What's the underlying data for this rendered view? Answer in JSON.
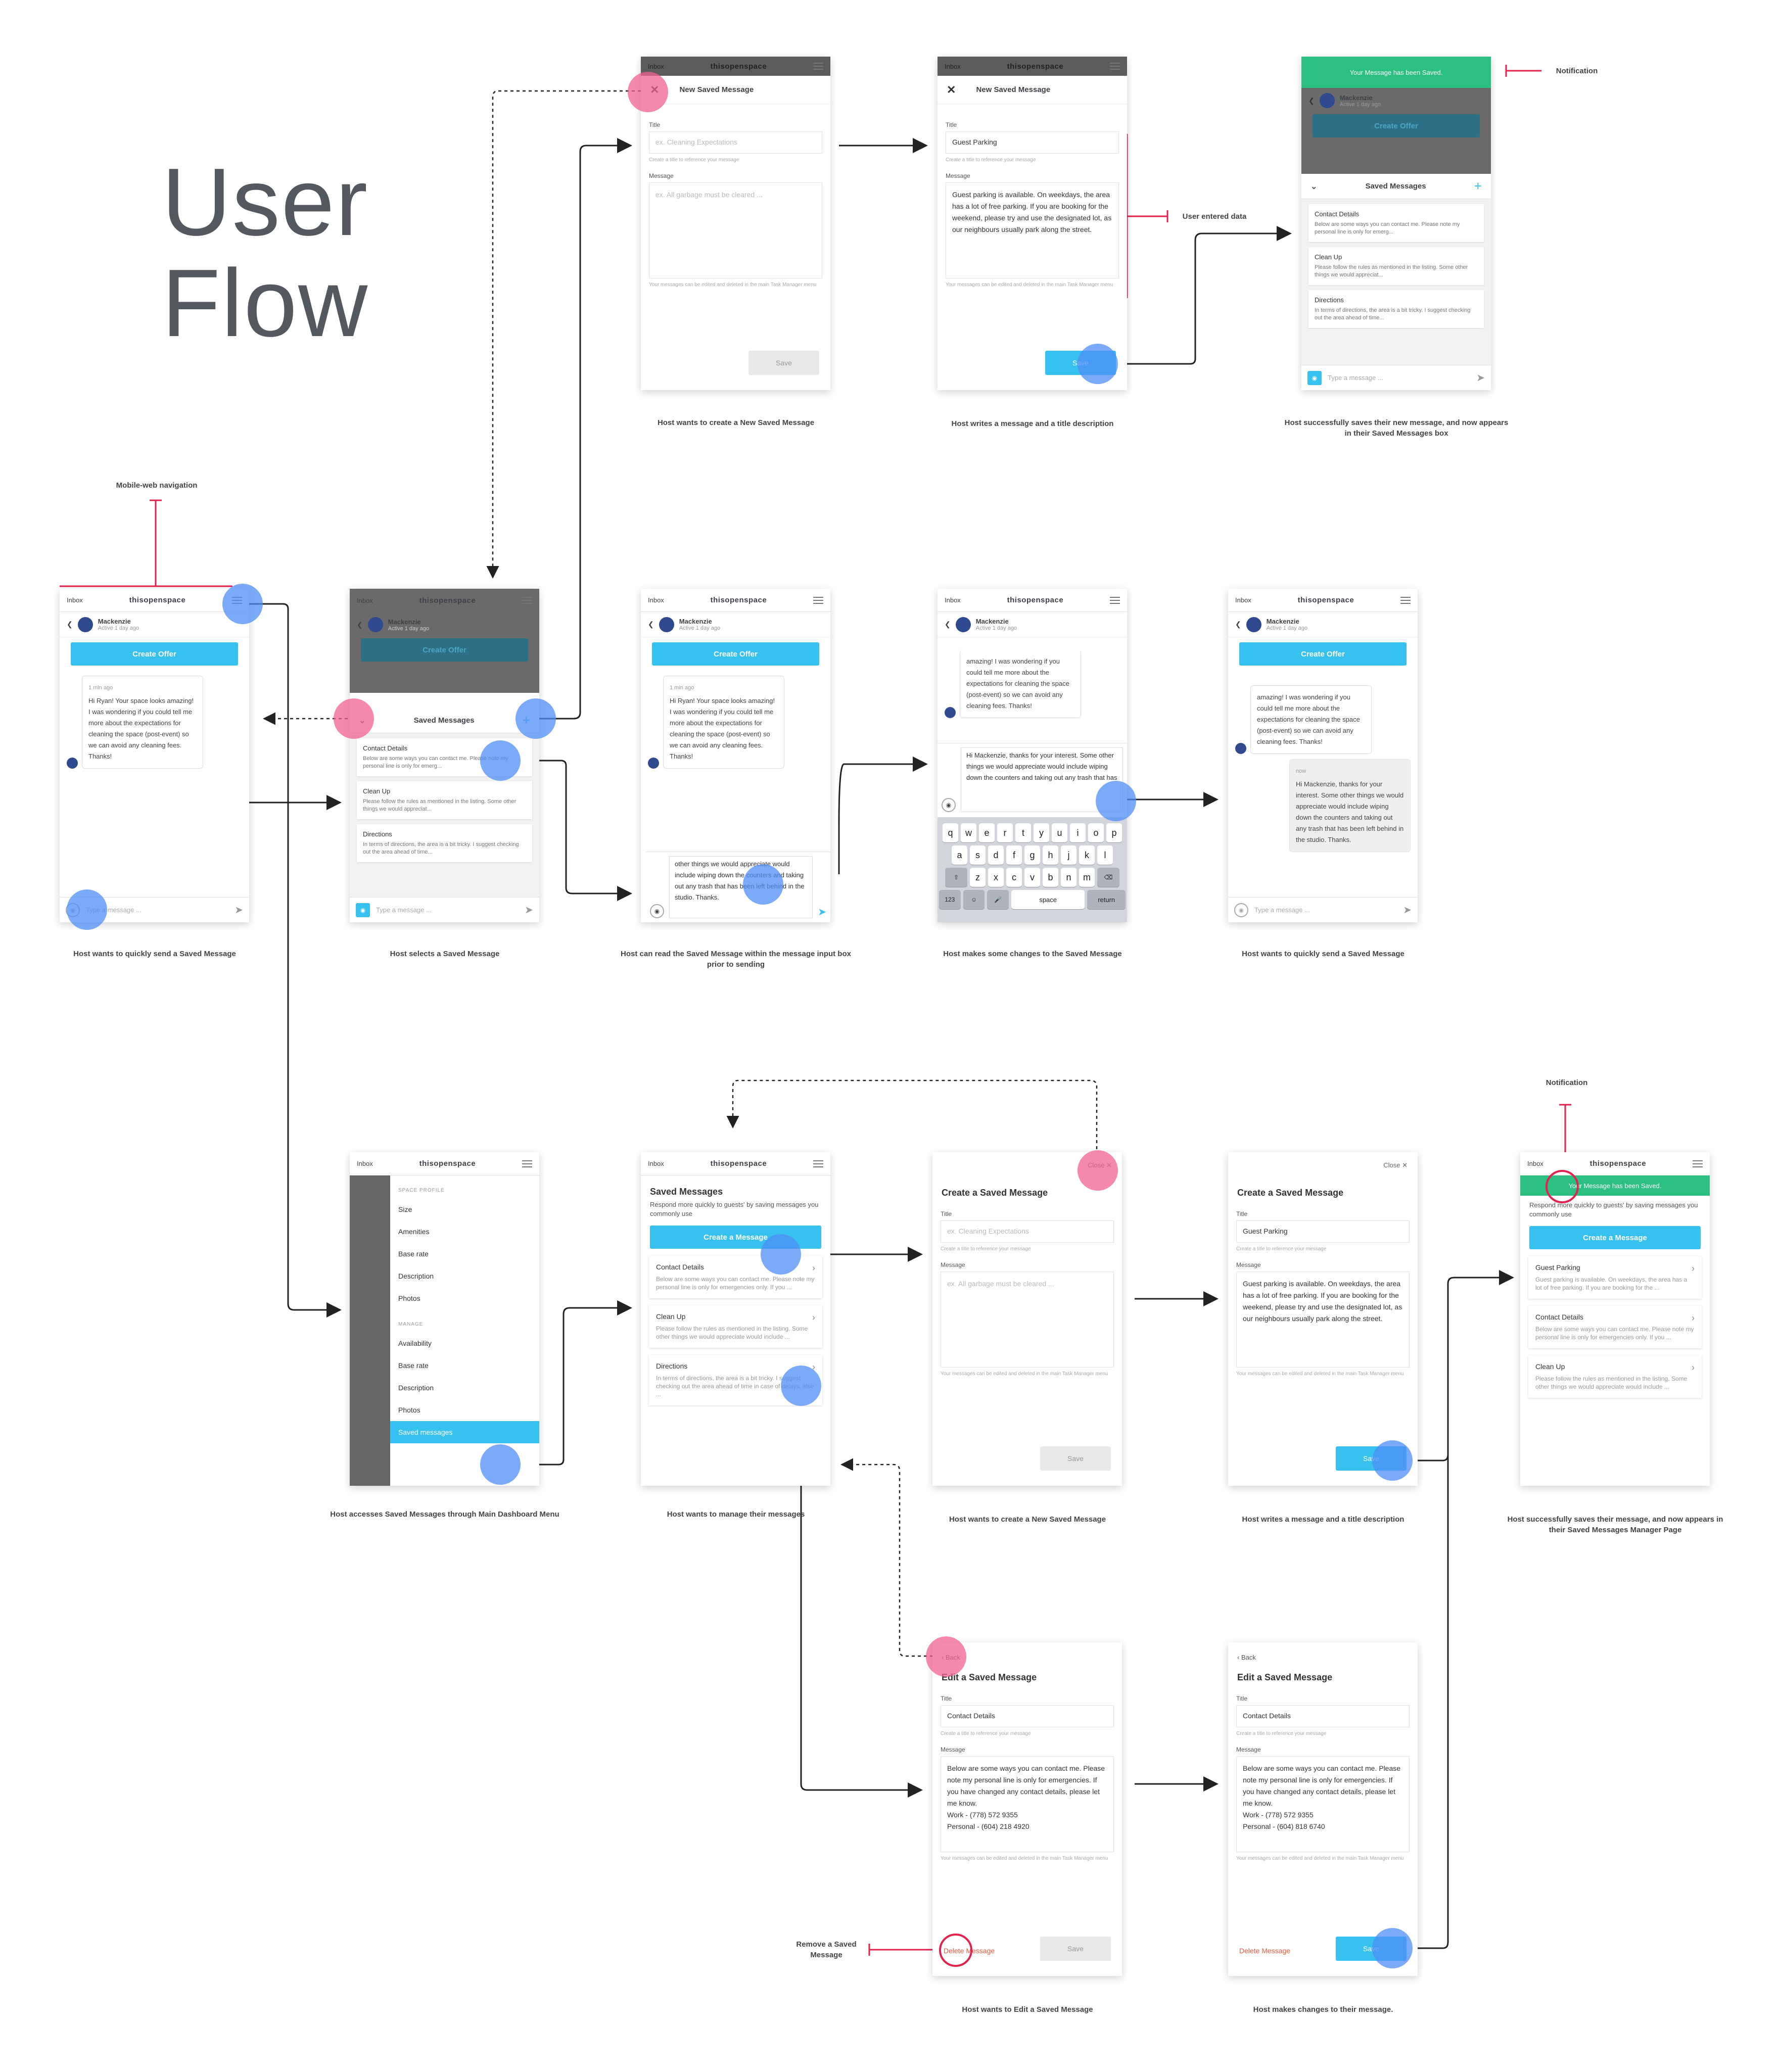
{
  "title": {
    "line1": "User",
    "line2": "Flow"
  },
  "annotations": {
    "mobile_nav": "Mobile-web navigation",
    "notification": "Notification",
    "user_entered": "User entered data",
    "remove": "Remove a Saved Message"
  },
  "captions": {
    "r0c1": "Host wants to create a New Saved Message",
    "r0c2": "Host writes a message and a title description",
    "r0c3": "Host successfully saves their new message, and now appears in their Saved Messages box",
    "r1c0": "Host wants to quickly send a Saved Message",
    "r1c1": "Host selects a Saved Message",
    "r1c2": "Host can read the Saved Message within the message input box prior to sending",
    "r1c3": "Host makes some changes to the Saved Message",
    "r1c4": "Host wants to quickly send a Saved Message",
    "r2c1": "Host accesses Saved Messages through Main Dashboard Menu",
    "r2c2": "Host wants to manage their messages",
    "r2c3": "Host wants to create a New Saved Message",
    "r2c4": "Host writes a message and a title description",
    "r2c5": "Host successfully saves their message, and now appears in their Saved Messages Manager Page",
    "r3c3": "Host wants to Edit a Saved Message",
    "r3c4": "Host makes changes to their message."
  },
  "app": {
    "inbox": "Inbox",
    "brand": "thisopenspace",
    "contact_name": "Mackenzie",
    "contact_status": "Active 1 day ago",
    "create_offer": "Create Offer",
    "time_1min": "1 min ago",
    "time_now": "now",
    "guest_msg": "Hi Ryan! Your space looks amazing! I was wondering if you could tell me more about the expectations for cleaning the space (post-event) so we can avoid any cleaning fees. Thanks!",
    "guest_msg_tail": "amazing! I was wondering if you could tell me more about the expectations for cleaning the space (post-event) so we can avoid any cleaning fees. Thanks!",
    "type_placeholder": "Type a message ...",
    "saved_messages": "Saved Messages",
    "draft_tail": "other things we would appreciate would include wiping down the counters and taking out any trash that has been left behind in the studio. Thanks.",
    "draft_edit": "Hi Mackenzie, thanks for your interest. Some other things we would appreciate would include wiping down the counters and taking out any trash that has",
    "sent_reply": "Hi Mackenzie, thanks for your interest. Some other things we would appreciate would include wiping down the counters and taking out any trash that has been left behind in the studio. Thanks."
  },
  "saved": {
    "contact_title": "Contact Details",
    "contact_desc": "Below are some ways you can contact me. Please note my personal line is only for emerg...",
    "cleanup_title": "Clean Up",
    "cleanup_desc": "Please follow the rules as mentioned in the listing. Some other things we would appreciat...",
    "directions_title": "Directions",
    "directions_desc": "In terms of directions, the area is a bit tricky. I suggest checking out the area ahead of time...",
    "parking_title": "Guest Parking",
    "parking_desc": "Guest parking is available. On weekdays, the area has a lot of free parking. If you are booking for the ..."
  },
  "form": {
    "new_saved": "New Saved Message",
    "create_saved": "Create a Saved Message",
    "edit_saved": "Edit a Saved Message",
    "title_label": "Title",
    "title_ph": "ex. Cleaning Expectations",
    "title_hint": "Create a title to reference your message",
    "message_label": "Message",
    "message_ph": "ex. All garbage must be cleared ...",
    "message_hint": "Your messages can be edited and deleted in the main Task Manager menu",
    "save": "Save",
    "close": "Close",
    "back": "Back",
    "delete": "Delete Message",
    "parking_value": "Guest Parking",
    "parking_msg": "Guest parking is available. On weekdays, the area has a lot of free parking. If you are booking for the weekend, please try and use the designated lot, as our neighbours usually park along the street.",
    "contact_value": "Contact Details",
    "contact_msg_1": "Below are some ways you can contact me. Please note my personal line is only for emergencies. If you have changed any contact details, please let me know.",
    "contact_work": "Work - (778) 572 9355",
    "contact_personal_1": "Personal - (604) 218 4920",
    "contact_personal_2": "Personal - (604) 818 6740",
    "notif_saved": "Your Message has been Saved."
  },
  "manager": {
    "title": "Saved Messages",
    "subtitle": "Respond more quickly to guests' by saving messages you commonly use",
    "create": "Create a Message",
    "contact_desc": "Below are some ways you can contact me. Please note my personal line is only for emergencies only. If you ...",
    "cleanup_desc": "Please follow the rules as mentioned in the listing. Some other things we would appreciate would include ...",
    "directions_desc": "In terms of directions, the area is a bit tricky. I suggest checking out the area ahead of time in case of delays, else ..."
  },
  "menu": {
    "space_profile": "SPACE PROFILE",
    "size": "Size",
    "amenities": "Amenities",
    "base_rate": "Base rate",
    "description": "Description",
    "photos": "Photos",
    "manage": "MANAGE",
    "availability": "Availability",
    "saved_messages": "Saved messages"
  },
  "keyboard": {
    "row1": [
      "q",
      "w",
      "e",
      "r",
      "t",
      "y",
      "u",
      "i",
      "o",
      "p"
    ],
    "row2": [
      "a",
      "s",
      "d",
      "f",
      "g",
      "h",
      "j",
      "k",
      "l"
    ],
    "row3": [
      "z",
      "x",
      "c",
      "v",
      "b",
      "n",
      "m"
    ],
    "num": "123",
    "space": "space",
    "return": "return"
  },
  "colors": {
    "accent": "#37c1ef",
    "success": "#2bbf82",
    "marker_blue": "#4f8ef7",
    "marker_pink": "#f06292",
    "callout": "#e0224d"
  }
}
